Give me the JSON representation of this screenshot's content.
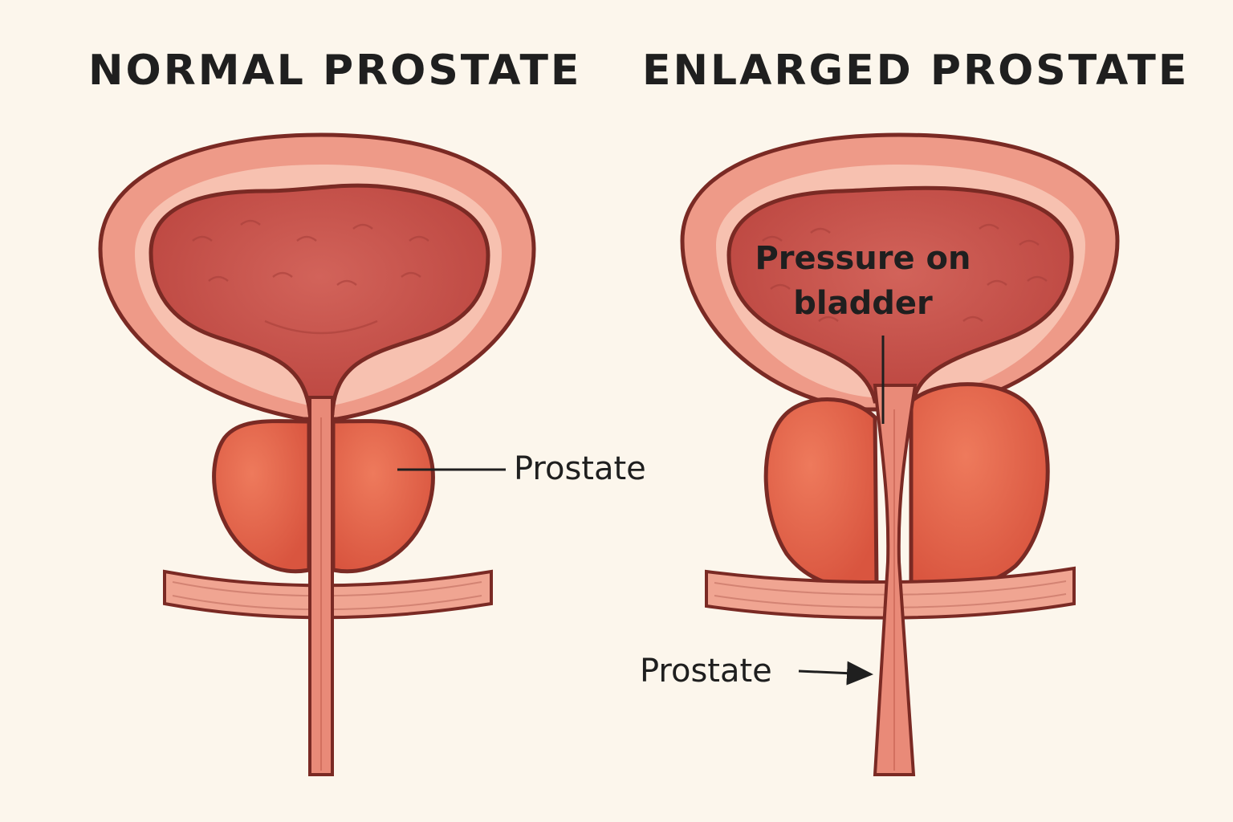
{
  "titles": {
    "normal": "NORMAL PROSTATE",
    "enlarged": "ENLARGED PROSTATE"
  },
  "labels": {
    "prostate_left": "Prostate",
    "prostate_right": "Prostate",
    "pressure": "Pressure on bladder"
  },
  "colors": {
    "background": "#fcf6ec",
    "bladder_wall": "#ee9a88",
    "bladder_inner_rim": "#f7c1b0",
    "bladder_interior": "#c9524a",
    "prostate": "#e0604a",
    "muscle_band": "#f0a592",
    "outline": "#7a2a24"
  }
}
